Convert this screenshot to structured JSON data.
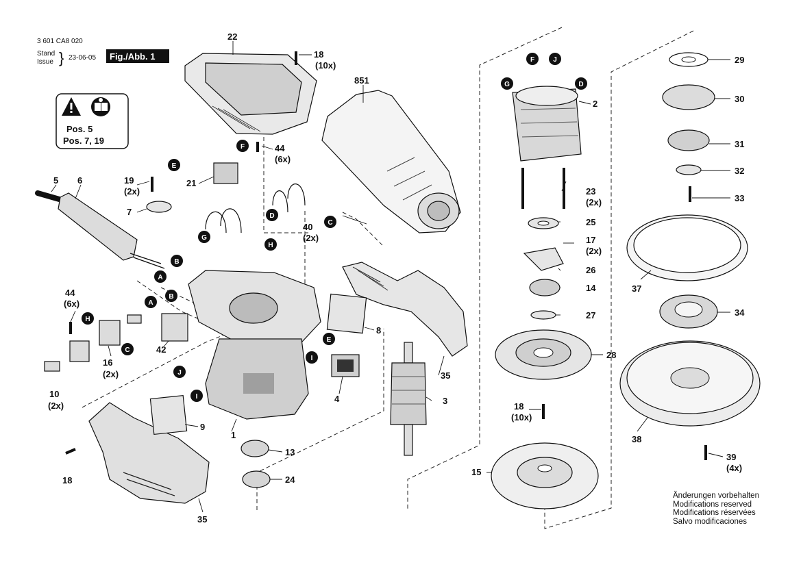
{
  "header": {
    "drawing_number": "3 601 CA8 020",
    "stand_label": "Stand",
    "issue_label": "Issue",
    "date": "23-06-05",
    "figure_label": "Fig./Abb. 1"
  },
  "warning": {
    "pos_a": "Pos. 5",
    "pos_b": "Pos. 7, 19",
    "icons": [
      "warning-triangle-icon",
      "read-manual-icon"
    ]
  },
  "notes": [
    "Änderungen vorbehalten",
    "Modifications reserved",
    "Modifications réservées",
    "Salvo modificaciones"
  ],
  "parts": {
    "p1": "1",
    "p2": "2",
    "p3": "3",
    "p4": "4",
    "p5": "5",
    "p6": "6",
    "p7": "7",
    "p8": "8",
    "p9": "9",
    "p10": "10",
    "p10q": "(2x)",
    "p13": "13",
    "p14": "14",
    "p15": "15",
    "p16": "16",
    "p16q": "(2x)",
    "p17": "17",
    "p17q": "(2x)",
    "p18a": "18",
    "p18aq": "(10x)",
    "p18b": "18",
    "p18bq": "(10x)",
    "p18c": "18",
    "p19": "19",
    "p19q": "(2x)",
    "p21": "21",
    "p22": "22",
    "p23": "23",
    "p23q": "(2x)",
    "p24": "24",
    "p25": "25",
    "p26": "26",
    "p27": "27",
    "p28": "28",
    "p29": "29",
    "p30": "30",
    "p31": "31",
    "p32": "32",
    "p33": "33",
    "p34": "34",
    "p35a": "35",
    "p35b": "35",
    "p37": "37",
    "p38": "38",
    "p39": "39",
    "p39q": "(4x)",
    "p40": "40",
    "p40q": "(2x)",
    "p42": "42",
    "p44a": "44",
    "p44aq": "(6x)",
    "p44b": "44",
    "p44bq": "(6x)",
    "p851": "851"
  },
  "markers": {
    "A": "A",
    "B": "B",
    "C": "C",
    "D": "D",
    "E": "E",
    "F": "F",
    "G": "G",
    "H": "H",
    "I": "I",
    "J": "J"
  }
}
